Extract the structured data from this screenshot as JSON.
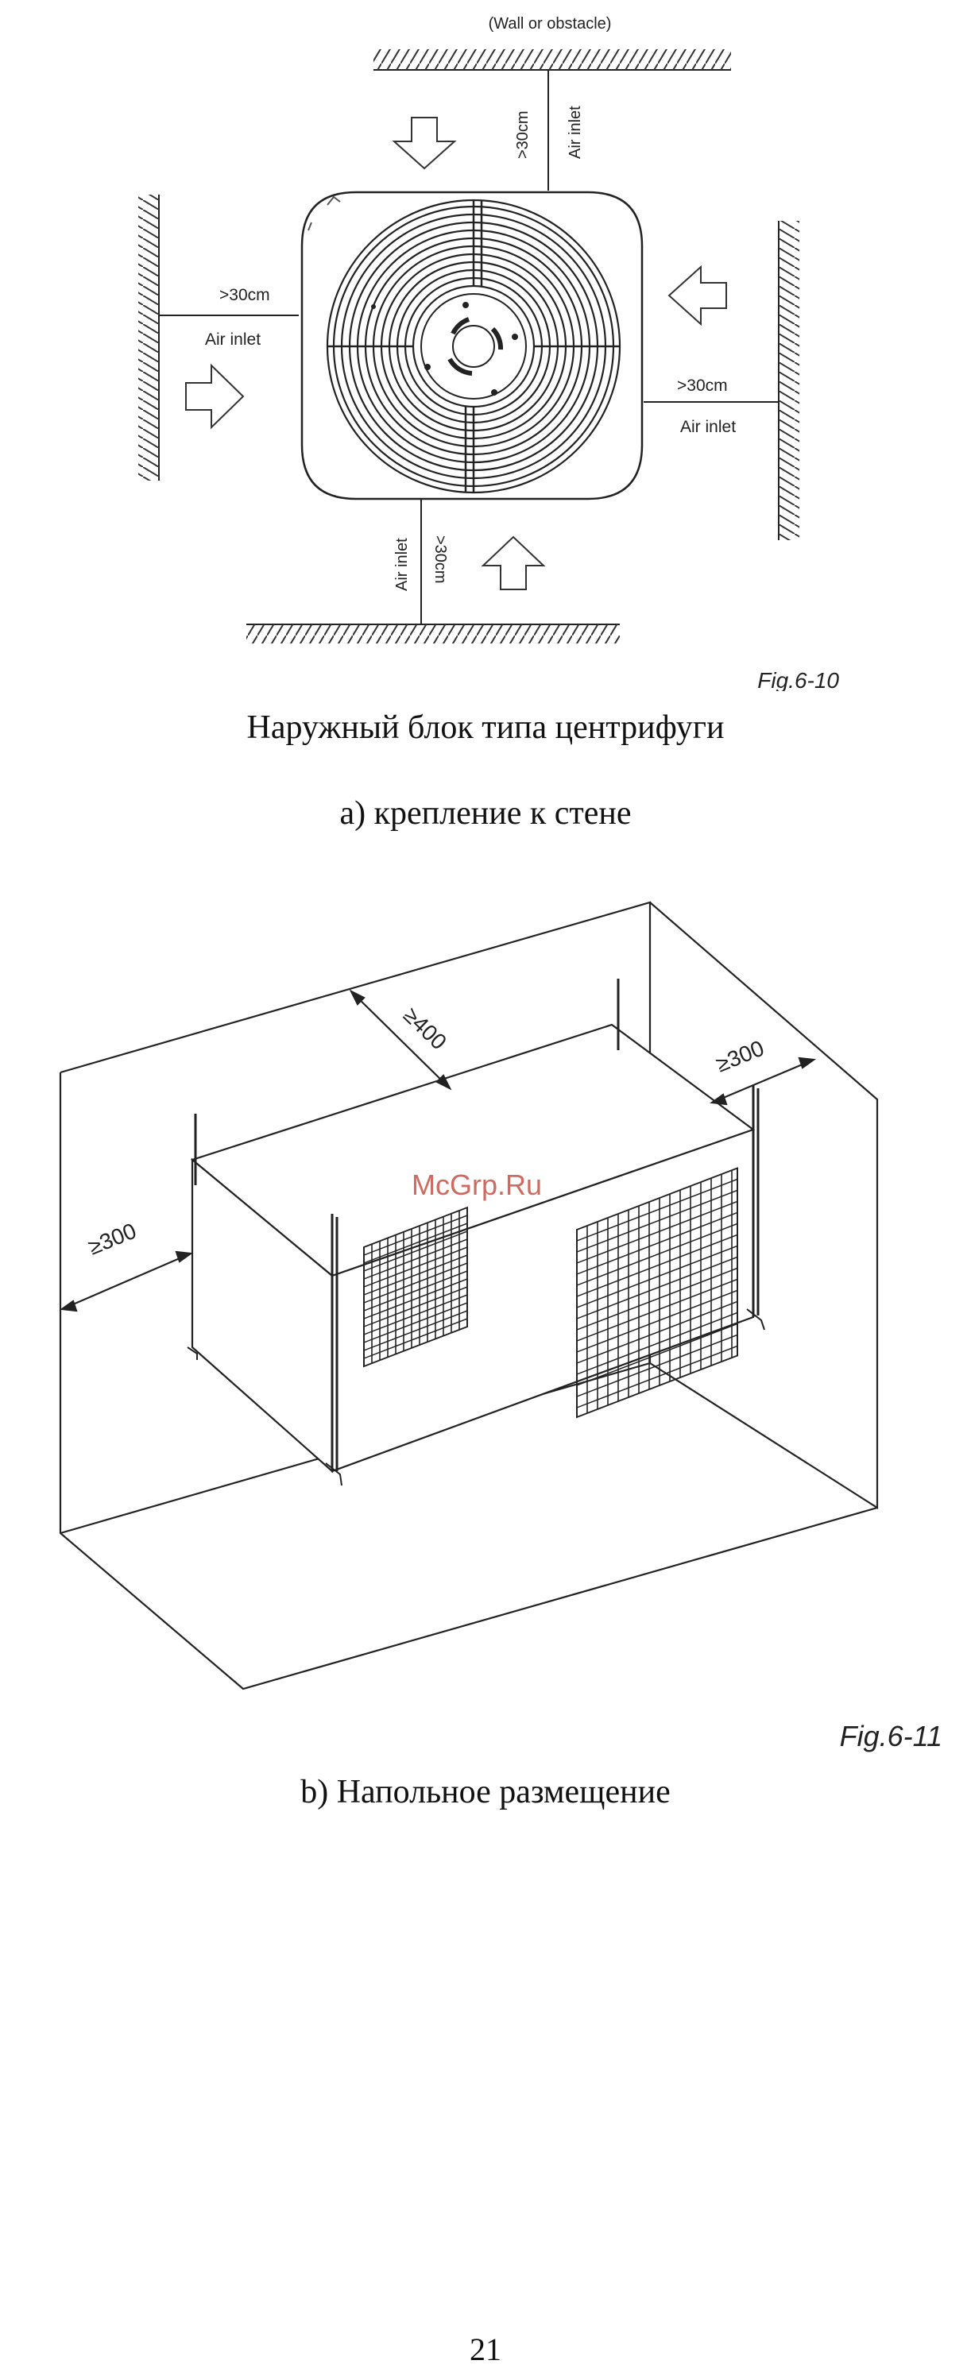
{
  "fig1": {
    "wall_label": "(Wall or obstacle)",
    "clearance_top": ">30cm",
    "inlet_top": "Air inlet",
    "clearance_left": ">30cm",
    "inlet_left": "Air inlet",
    "clearance_right": ">30cm",
    "inlet_right": "Air inlet",
    "clearance_bottom": ">30cm",
    "inlet_bottom": "Air inlet",
    "fig_label": "Fig.6-10"
  },
  "captions": {
    "unit_type": "Наружный блок типа центрифуги",
    "wall_mount": "a) крепление к стене",
    "floor_mount": "b) Напольное размещение"
  },
  "fig2": {
    "dim_top": "≥400",
    "dim_right": "≥300",
    "dim_left": "≥300",
    "watermark": "McGrp.Ru",
    "fig_label": "Fig.6-11"
  },
  "page_number": "21"
}
